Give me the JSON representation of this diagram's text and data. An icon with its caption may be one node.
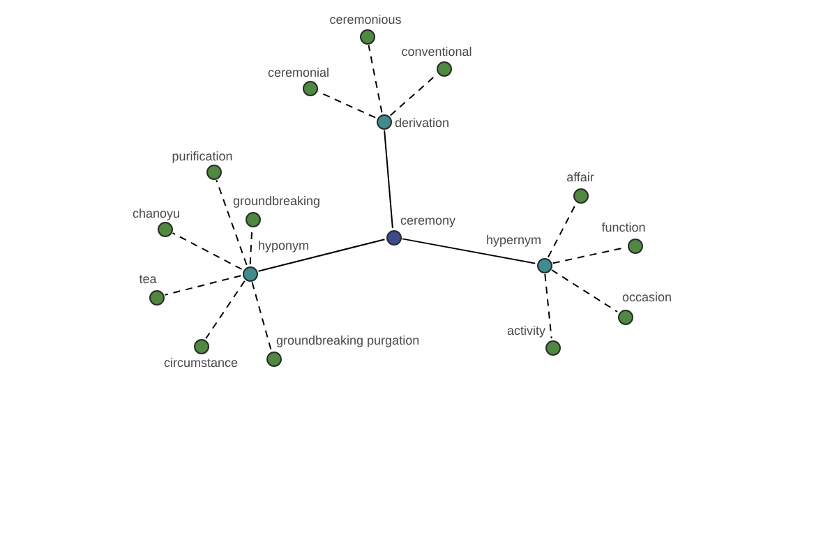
{
  "diagram": {
    "nodes": [
      {
        "text": [],
        "shape": "circle",
        "beside": [
          "ceremonious"
        ]
      },
      {
        "text": [],
        "shape": "circle",
        "beside": [
          "conventional"
        ]
      },
      {
        "text": [],
        "shape": "circle",
        "beside": [
          "ceremonial"
        ]
      },
      {
        "text": [],
        "shape": "circle",
        "beside": [
          "derivation"
        ]
      },
      {
        "text": [],
        "shape": "circle",
        "beside": [
          "purification"
        ]
      },
      {
        "text": [],
        "shape": "circle",
        "beside": [
          "affair"
        ]
      },
      {
        "text": [],
        "shape": "circle",
        "beside": [
          "groundbreaking"
        ]
      },
      {
        "text": [],
        "shape": "circle",
        "beside": [
          "chanoyu"
        ]
      },
      {
        "text": [],
        "shape": "circle",
        "beside": [
          "ceremony"
        ]
      },
      {
        "text": [],
        "shape": "circle",
        "beside": [
          "function"
        ]
      },
      {
        "text": [],
        "shape": "circle",
        "beside": [
          "hypernym"
        ]
      },
      {
        "text": [],
        "shape": "circle",
        "beside": [
          "hyponym"
        ]
      },
      {
        "text": [],
        "shape": "circle",
        "beside": [
          "tea"
        ]
      },
      {
        "text": [],
        "shape": "circle",
        "beside": [
          "occasion"
        ]
      },
      {
        "text": [],
        "shape": "circle",
        "beside": [
          "circumstance"
        ]
      },
      {
        "text": [],
        "shape": "circle",
        "beside": [
          "activity"
        ]
      },
      {
        "text": [],
        "shape": "circle",
        "beside": [
          "groundbreaking purgation"
        ]
      }
    ],
    "edges": [
      {
        "from": 8,
        "to": 3,
        "arrow": "none"
      },
      {
        "from": 8,
        "to": 11,
        "arrow": "none"
      },
      {
        "from": 8,
        "to": 10,
        "arrow": "none"
      },
      {
        "from": 3,
        "to": 0,
        "arrow": "none",
        "style": "dashed"
      },
      {
        "from": 3,
        "to": 2,
        "arrow": "none",
        "style": "dashed"
      },
      {
        "from": 3,
        "to": 1,
        "arrow": "none",
        "style": "dashed"
      },
      {
        "from": 11,
        "to": 4,
        "arrow": "none",
        "style": "dashed"
      },
      {
        "from": 11,
        "to": 6,
        "arrow": "none",
        "style": "dashed"
      },
      {
        "from": 11,
        "to": 7,
        "arrow": "none",
        "style": "dashed"
      },
      {
        "from": 11,
        "to": 12,
        "arrow": "none",
        "style": "dashed"
      },
      {
        "from": 11,
        "to": 14,
        "arrow": "none",
        "style": "dashed"
      },
      {
        "from": 11,
        "to": 16,
        "arrow": "none",
        "style": "dashed"
      },
      {
        "from": 10,
        "to": 5,
        "arrow": "none",
        "style": "dashed"
      },
      {
        "from": 10,
        "to": 9,
        "arrow": "none",
        "style": "dashed"
      },
      {
        "from": 10,
        "to": 13,
        "arrow": "none",
        "style": "dashed"
      },
      {
        "from": 10,
        "to": 15,
        "arrow": "none",
        "style": "dashed"
      }
    ]
  }
}
